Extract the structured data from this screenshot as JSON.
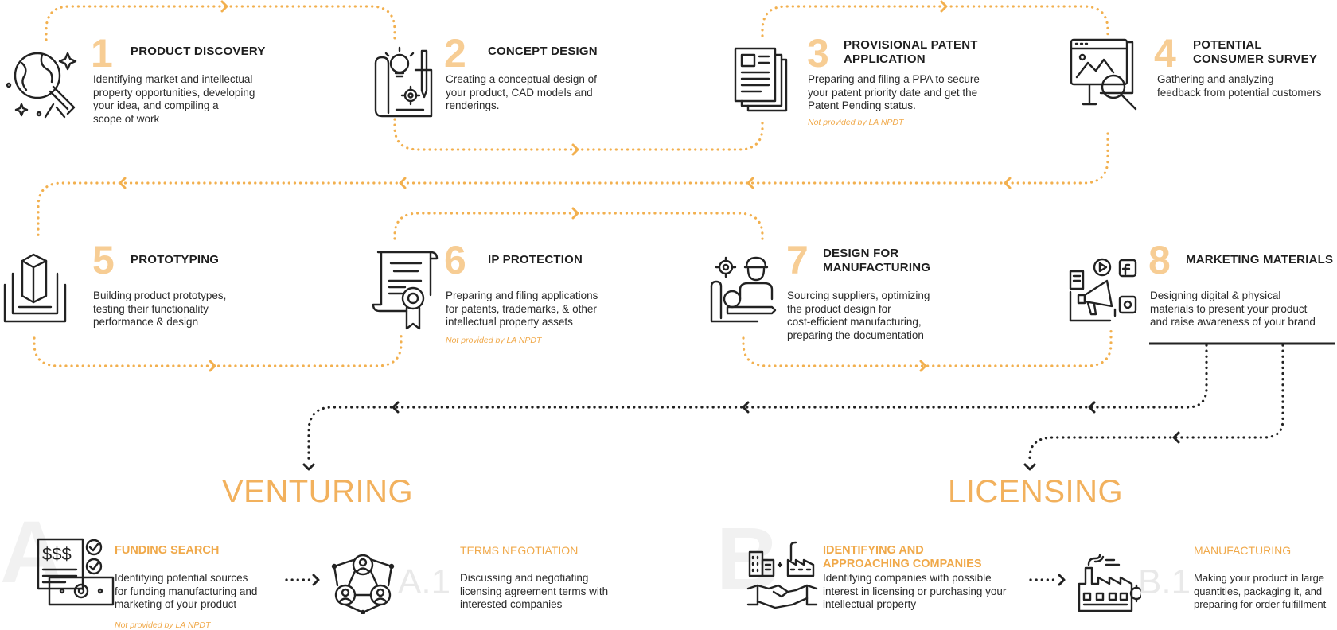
{
  "colors": {
    "accent": "#f2b15d",
    "dots_orange": "#f2b04f",
    "dots_dark": "#222222",
    "text": "#222222",
    "ghost": "#f1f1f1"
  },
  "steps": [
    {
      "num": "1",
      "title": "PRODUCT DISCOVERY",
      "desc": [
        "Identifying market and intellectual",
        "property opportunities, developing",
        "your idea, and compiling a",
        "scope of work"
      ],
      "icon": "globe-telescope-icon"
    },
    {
      "num": "2",
      "title": "CONCEPT DESIGN",
      "desc": [
        "Creating a conceptual design of",
        "your product, CAD models and",
        "renderings."
      ],
      "icon": "blueprint-idea-icon"
    },
    {
      "num": "3",
      "title_lines": [
        "PROVISIONAL PATENT",
        "APPLICATION"
      ],
      "desc": [
        "Preparing and filing a PPA to secure",
        "your patent priority date and get the",
        "Patent Pending status."
      ],
      "note": "Not provided by LA NPDT",
      "icon": "documents-icon"
    },
    {
      "num": "4",
      "title_lines": [
        "POTENTIAL",
        "CONSUMER SURVEY"
      ],
      "desc": [
        "Gathering and analyzing",
        "feedback from potential customers"
      ],
      "icon": "monitor-search-icon"
    },
    {
      "num": "5",
      "title": "PROTOTYPING",
      "desc": [
        "Building product prototypes,",
        "testing their functionality",
        "performance & design"
      ],
      "icon": "prototype-3d-icon"
    },
    {
      "num": "6",
      "title": "IP PROTECTION",
      "desc": [
        "Preparing and filing applications",
        "for patents, trademarks, & other",
        "intellectual property assets"
      ],
      "note": "Not provided by LA NPDT",
      "icon": "certificate-icon"
    },
    {
      "num": "7",
      "title_lines": [
        "DESIGN FOR",
        "MANUFACTURING"
      ],
      "desc": [
        "Sourcing suppliers, optimizing",
        "the product design for",
        "cost-efficient manufacturing,",
        "preparing the documentation"
      ],
      "icon": "engineer-icon"
    },
    {
      "num": "8",
      "title": "MARKETING MATERIALS",
      "desc": [
        "Designing digital & physical",
        "materials to present your product",
        "and raise awareness of your brand"
      ],
      "icon": "megaphone-social-icon"
    }
  ],
  "venturing": {
    "heading": "VENTURING",
    "ghost": "A",
    "item1": {
      "title": "FUNDING SEARCH",
      "desc": [
        "Identifying potential sources",
        "for funding manufacturing and",
        "marketing of your product"
      ],
      "note": "Not provided by LA NPDT",
      "icon": "money-documents-icon"
    },
    "item2": {
      "label": "A.1",
      "title": "TERMS NEGOTIATION",
      "desc": [
        "Discussing and negotiating",
        "licensing agreement terms with",
        "interested companies"
      ],
      "icon": "network-people-icon"
    }
  },
  "licensing": {
    "heading": "LICENSING",
    "ghost": "B",
    "item1": {
      "title_lines": [
        "IDENTIFYING AND",
        "APPROACHING COMPANIES"
      ],
      "desc": [
        "Identifying companies with possible",
        "interest in licensing or purchasing your",
        "intellectual property"
      ],
      "icon": "handshake-buildings-icon"
    },
    "item2": {
      "label": "B.1",
      "title": "MANUFACTURING",
      "desc": [
        "Making your product in large",
        "quantities, packaging it, and",
        "preparing for order fulfillment"
      ],
      "icon": "factory-icon"
    }
  }
}
